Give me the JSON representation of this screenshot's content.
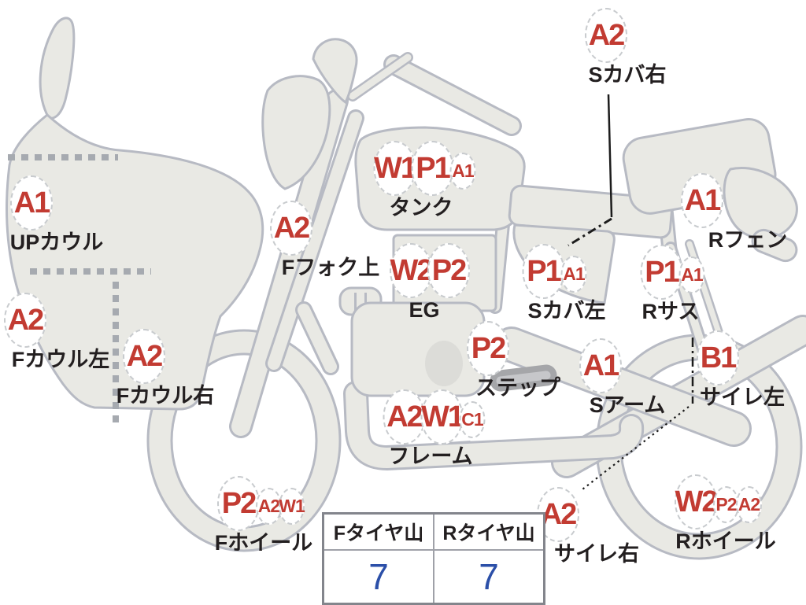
{
  "diagram": {
    "description_labels": [],
    "markers": [
      {
        "id": "up-cowl",
        "codes": [
          {
            "text": "A1",
            "size": "lg"
          }
        ],
        "label": "UPカウル"
      },
      {
        "id": "f-cowl-left",
        "codes": [
          {
            "text": "A2",
            "size": "lg"
          }
        ],
        "label": "Fカウル左"
      },
      {
        "id": "f-cowl-right",
        "codes": [
          {
            "text": "A2",
            "size": "lg"
          }
        ],
        "label": "Fカウル右"
      },
      {
        "id": "f-fork-top",
        "codes": [
          {
            "text": "A2",
            "size": "lg"
          }
        ],
        "label": "Fフォク上"
      },
      {
        "id": "tank",
        "codes": [
          {
            "text": "W1",
            "size": "lg"
          },
          {
            "text": "P1",
            "size": "lg"
          },
          {
            "text": "A1",
            "size": "sm"
          }
        ],
        "label": "タンク"
      },
      {
        "id": "engine",
        "codes": [
          {
            "text": "W2",
            "size": "lg"
          },
          {
            "text": "P2",
            "size": "lg"
          }
        ],
        "label": "EG"
      },
      {
        "id": "step",
        "codes": [
          {
            "text": "P2",
            "size": "lg"
          }
        ],
        "label": "ステップ"
      },
      {
        "id": "frame",
        "codes": [
          {
            "text": "A2",
            "size": "lg"
          },
          {
            "text": "W1",
            "size": "lg"
          },
          {
            "text": "C1",
            "size": "sm"
          }
        ],
        "label": "フレーム"
      },
      {
        "id": "s-cover-left",
        "codes": [
          {
            "text": "P1",
            "size": "lg"
          },
          {
            "text": "A1",
            "size": "sm"
          }
        ],
        "label": "Sカバ左"
      },
      {
        "id": "s-cover-right",
        "codes": [
          {
            "text": "A2",
            "size": "lg"
          }
        ],
        "label": "Sカバ右"
      },
      {
        "id": "s-arm",
        "codes": [
          {
            "text": "A1",
            "size": "lg"
          }
        ],
        "label": "Sアーム"
      },
      {
        "id": "r-sus",
        "codes": [
          {
            "text": "P1",
            "size": "lg"
          },
          {
            "text": "A1",
            "size": "sm"
          }
        ],
        "label": "Rサス"
      },
      {
        "id": "r-fender",
        "codes": [
          {
            "text": "A1",
            "size": "lg"
          }
        ],
        "label": "Rフェン"
      },
      {
        "id": "silencer-left",
        "codes": [
          {
            "text": "B1",
            "size": "lg"
          }
        ],
        "label": "サイレ左"
      },
      {
        "id": "silencer-right",
        "codes": [
          {
            "text": "A2",
            "size": "lg"
          }
        ],
        "label": "サイレ右"
      },
      {
        "id": "f-wheel",
        "codes": [
          {
            "text": "P2",
            "size": "lg"
          },
          {
            "text": "A2",
            "size": "sm"
          },
          {
            "text": "W1",
            "size": "sm"
          }
        ],
        "label": "Fホイール"
      },
      {
        "id": "r-wheel",
        "codes": [
          {
            "text": "W2",
            "size": "lg"
          },
          {
            "text": "P2",
            "size": "sm"
          },
          {
            "text": "A2",
            "size": "sm"
          }
        ],
        "label": "Rホイール"
      }
    ]
  },
  "tire_table": {
    "columns": [
      {
        "header": "Fタイヤ山",
        "value": "7"
      },
      {
        "header": "Rタイヤ山",
        "value": "7"
      }
    ]
  },
  "colors": {
    "code_red": "#c23b32",
    "tire_value_blue": "#2b4fa8",
    "label_black": "#231f20",
    "body_fill": "#e9e9e4",
    "body_stroke": "#b7bac3"
  }
}
